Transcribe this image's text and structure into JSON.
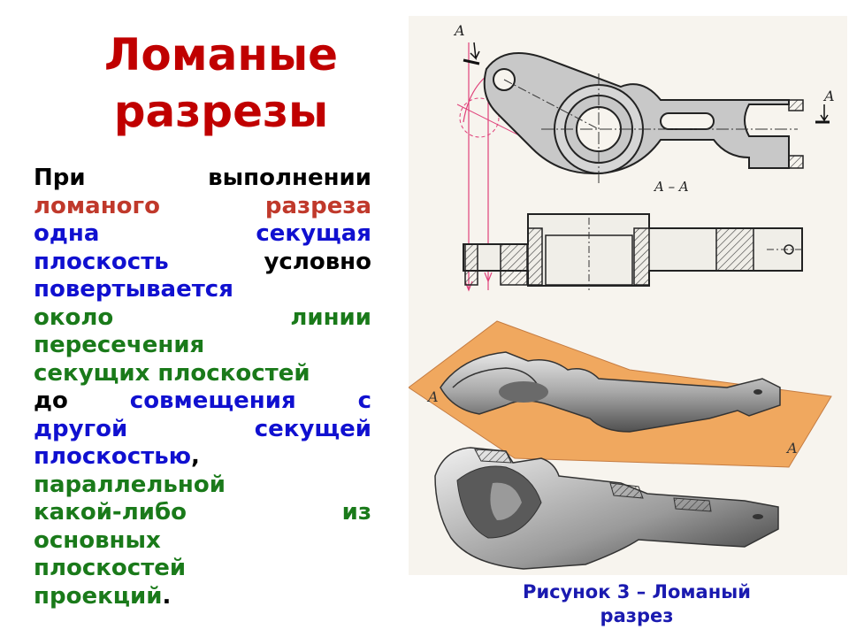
{
  "title": "Ломаные разрезы",
  "paragraph": {
    "line1": {
      "a": "При",
      "b": "выполнении"
    },
    "line2": {
      "a": "ломаного",
      "b": "разреза"
    },
    "line3": {
      "a": "одна",
      "b": "секущая"
    },
    "line4": {
      "a": "плоскость",
      "b": "условно"
    },
    "line5": {
      "a": "повертывается"
    },
    "line6": {
      "a": "около",
      "b": "линии"
    },
    "line7": {
      "a": "пересечения"
    },
    "line8": {
      "a": "секущих плоскостей"
    },
    "line9": {
      "a": "до",
      "b": "совмещения",
      "c": "с"
    },
    "line10": {
      "a": "другой",
      "b": "секущей"
    },
    "line11": {
      "a": "плоскостью",
      "b": ","
    },
    "line12": {
      "a": "параллельной"
    },
    "line13": {
      "a": "какой-либо",
      "b": "из"
    },
    "line14": {
      "a": "основных"
    },
    "line15": {
      "a": "плоскостей"
    },
    "line16": {
      "a": "проекций",
      "b": "."
    }
  },
  "figure": {
    "label_a_top": "A",
    "label_a_right": "A",
    "label_section": "A – A",
    "label_plane_left": "A",
    "label_plane_right": "A"
  },
  "caption": "Рисунок 3 – Ломаный разрез",
  "colors": {
    "title": "#c00000",
    "accent_red": "#c0392b",
    "accent_blue": "#1010d0",
    "accent_green": "#1a7a1a",
    "caption": "#1a1ab0",
    "plane": "#f0a050",
    "part": "#c8c8c8"
  }
}
